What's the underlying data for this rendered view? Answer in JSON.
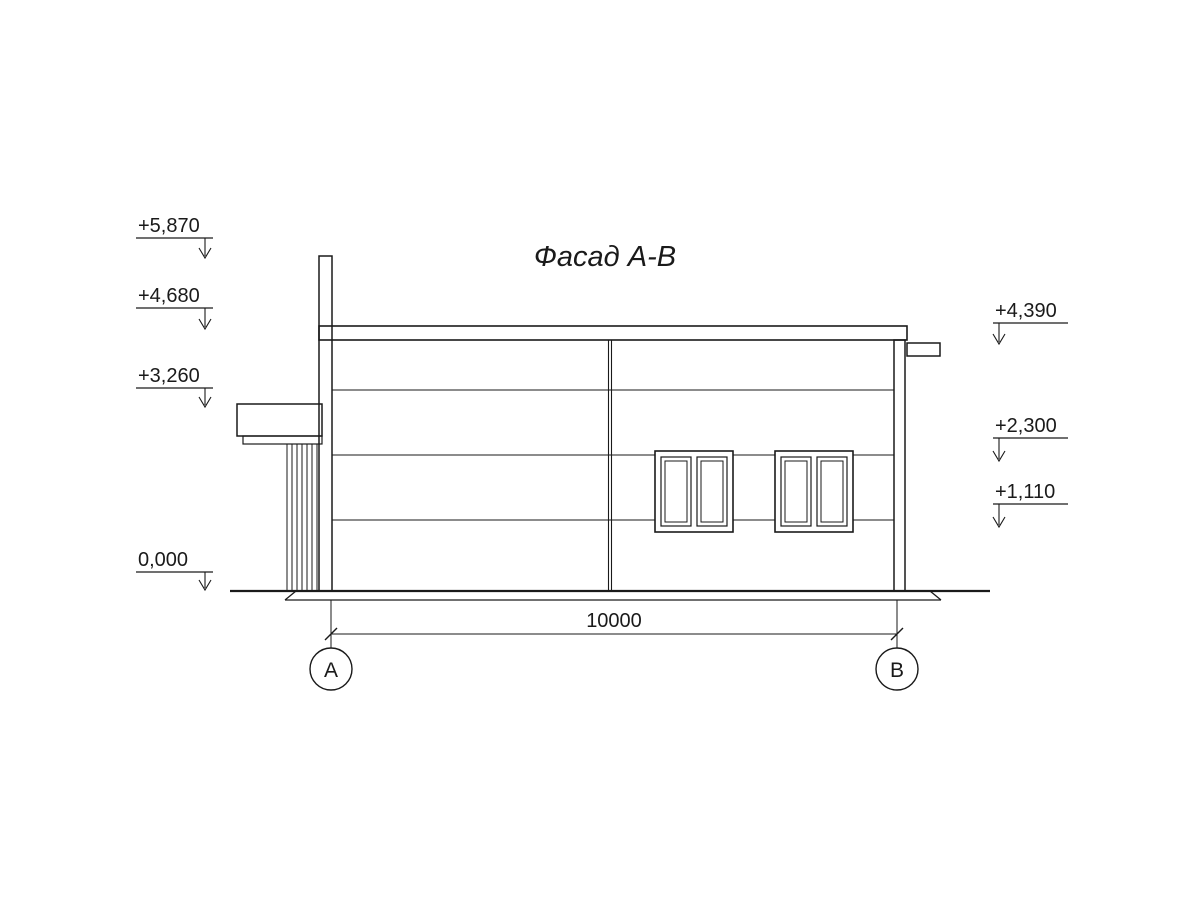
{
  "meta": {
    "background_color": "#ffffff",
    "line_color": "#1a1a1a"
  },
  "title": {
    "text": "Фасад А-В"
  },
  "elevations_left": [
    {
      "label": "+5,870"
    },
    {
      "label": "+4,680"
    },
    {
      "label": "+3,260"
    },
    {
      "label": "0,000"
    }
  ],
  "elevations_right": [
    {
      "label": "+4,390"
    },
    {
      "label": "+2,300"
    },
    {
      "label": "+1,110"
    }
  ],
  "dimension": {
    "label": "10000"
  },
  "axes": [
    {
      "label": "А"
    },
    {
      "label": "В"
    }
  ]
}
